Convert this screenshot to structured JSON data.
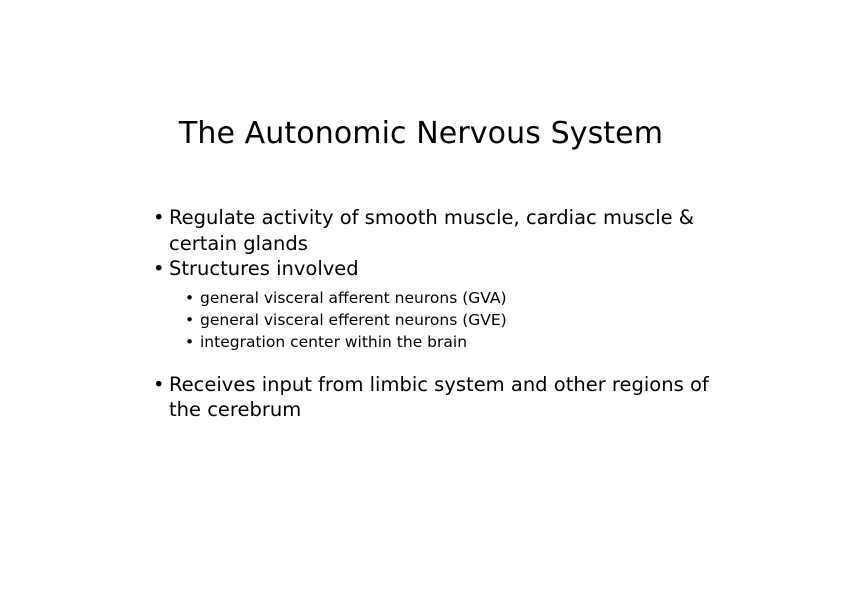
{
  "slide": {
    "title": "The Autonomic Nervous System",
    "bullet_marker": "•",
    "text_color": "#000000",
    "background_color": "#ffffff",
    "content": [
      {
        "level": 1,
        "text": "Regulate activity of smooth muscle, cardiac muscle & certain glands"
      },
      {
        "level": 1,
        "text": "Structures involved"
      },
      {
        "level": 2,
        "text": "general visceral afferent neurons (GVA)"
      },
      {
        "level": 2,
        "text": "general visceral efferent neurons (GVE)"
      },
      {
        "level": 2,
        "text": "integration center within the brain"
      },
      {
        "level": 1,
        "text": "Receives input from limbic system and other regions of the cerebrum"
      }
    ]
  }
}
